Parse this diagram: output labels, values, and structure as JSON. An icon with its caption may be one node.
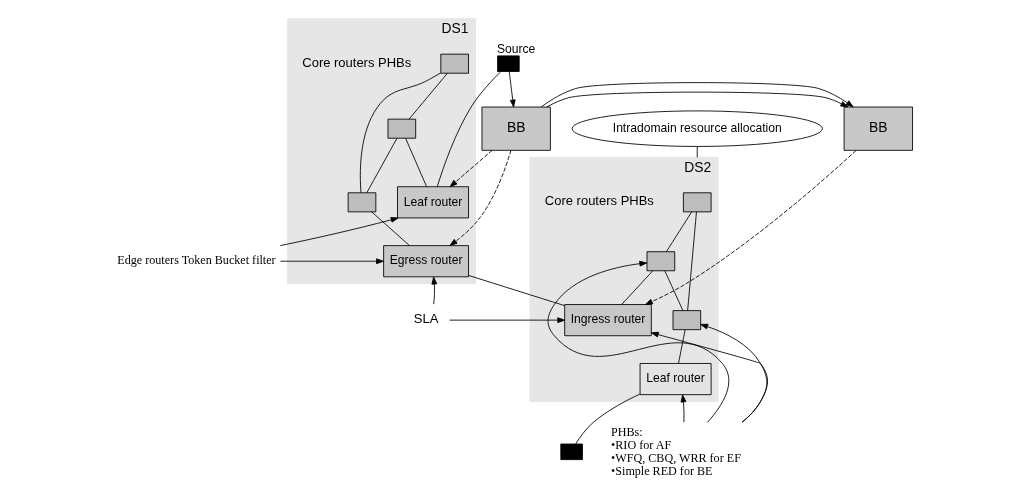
{
  "diagram": {
    "nodes": [
      {
        "text": [],
        "shape": "box",
        "beside": [
          "Source"
        ]
      },
      {
        "text": [
          "BB"
        ]
      },
      {
        "text": [
          "DS1"
        ]
      },
      {
        "text": [],
        "shape": "box",
        "in": 2
      },
      {
        "text": [],
        "shape": "box",
        "in": 2
      },
      {
        "text": [],
        "shape": "box",
        "in": 2
      },
      {
        "text": [
          "Leaf router"
        ],
        "in": 2
      },
      {
        "text": [
          "Egress router"
        ],
        "in": 2
      },
      {
        "text": [
          "BB"
        ]
      },
      {
        "text": [
          "DS2"
        ]
      },
      {
        "text": [],
        "shape": "box",
        "in": 9
      },
      {
        "text": [],
        "shape": "box",
        "in": 9
      },
      {
        "text": [],
        "shape": "box",
        "in": 9
      },
      {
        "text": [
          "Ingress router"
        ],
        "in": 9
      },
      {
        "text": [
          "Leaf router"
        ],
        "in": 9
      },
      {
        "text": [],
        "shape": "box"
      },
      {
        "text": [
          "Intradomain resource allocation"
        ]
      },
      {
        "text": [
          "Edge routers Token Bucket filter"
        ]
      },
      {
        "text": [
          "SLA"
        ]
      },
      {
        "text": [
          "PHBs:",
          "•RIO for AF",
          "•WFQ, CBQ, WRR for EF",
          "•Simple RED for BE"
        ]
      }
    ],
    "edges": [
      {
        "from": 0,
        "to": 1,
        "arrow": "to"
      },
      {
        "from": 0,
        "to": 6,
        "arrow": "none"
      },
      {
        "from": 1,
        "to": 8,
        "arrow": "to"
      },
      {
        "from": 1,
        "to": 8,
        "arrow": "to"
      },
      {
        "from": 1,
        "to": 6,
        "arrow": "to",
        "style": "dashed"
      },
      {
        "from": 1,
        "to": 7,
        "arrow": "to",
        "style": "dashed"
      },
      {
        "from": 3,
        "to": 4,
        "arrow": "none"
      },
      {
        "from": 3,
        "to": 5,
        "arrow": "none"
      },
      {
        "from": 4,
        "to": 5,
        "arrow": "none"
      },
      {
        "from": 4,
        "to": 6,
        "arrow": "none"
      },
      {
        "from": 5,
        "to": 7,
        "arrow": "none"
      },
      {
        "from": 7,
        "to": 13,
        "arrow": "none"
      },
      {
        "from": 8,
        "to": 13,
        "arrow": "to",
        "style": "dashed"
      },
      {
        "from": 10,
        "to": 11,
        "arrow": "none"
      },
      {
        "from": 10,
        "to": 12,
        "arrow": "none"
      },
      {
        "from": 11,
        "to": 12,
        "arrow": "none"
      },
      {
        "from": 11,
        "to": 13,
        "arrow": "none"
      },
      {
        "from": 12,
        "to": 14,
        "arrow": "none"
      },
      {
        "from": 14,
        "to": 15,
        "arrow": "none"
      },
      {
        "from": 16,
        "to": 9,
        "arrow": "none"
      },
      {
        "from": 17,
        "to": 6,
        "arrow": "to"
      },
      {
        "from": 17,
        "to": 7,
        "arrow": "to"
      },
      {
        "from": 18,
        "to": 7,
        "arrow": "to"
      },
      {
        "from": 18,
        "to": 13,
        "arrow": "to"
      },
      {
        "from": 19,
        "to": 13,
        "arrow": "to"
      },
      {
        "from": 19,
        "to": 11,
        "arrow": "to"
      },
      {
        "from": 19,
        "to": 12,
        "arrow": "to"
      },
      {
        "from": 19,
        "to": 14,
        "arrow": "to"
      }
    ],
    "labels": [
      "Core routers PHBs",
      "Core routers PHBs"
    ]
  }
}
